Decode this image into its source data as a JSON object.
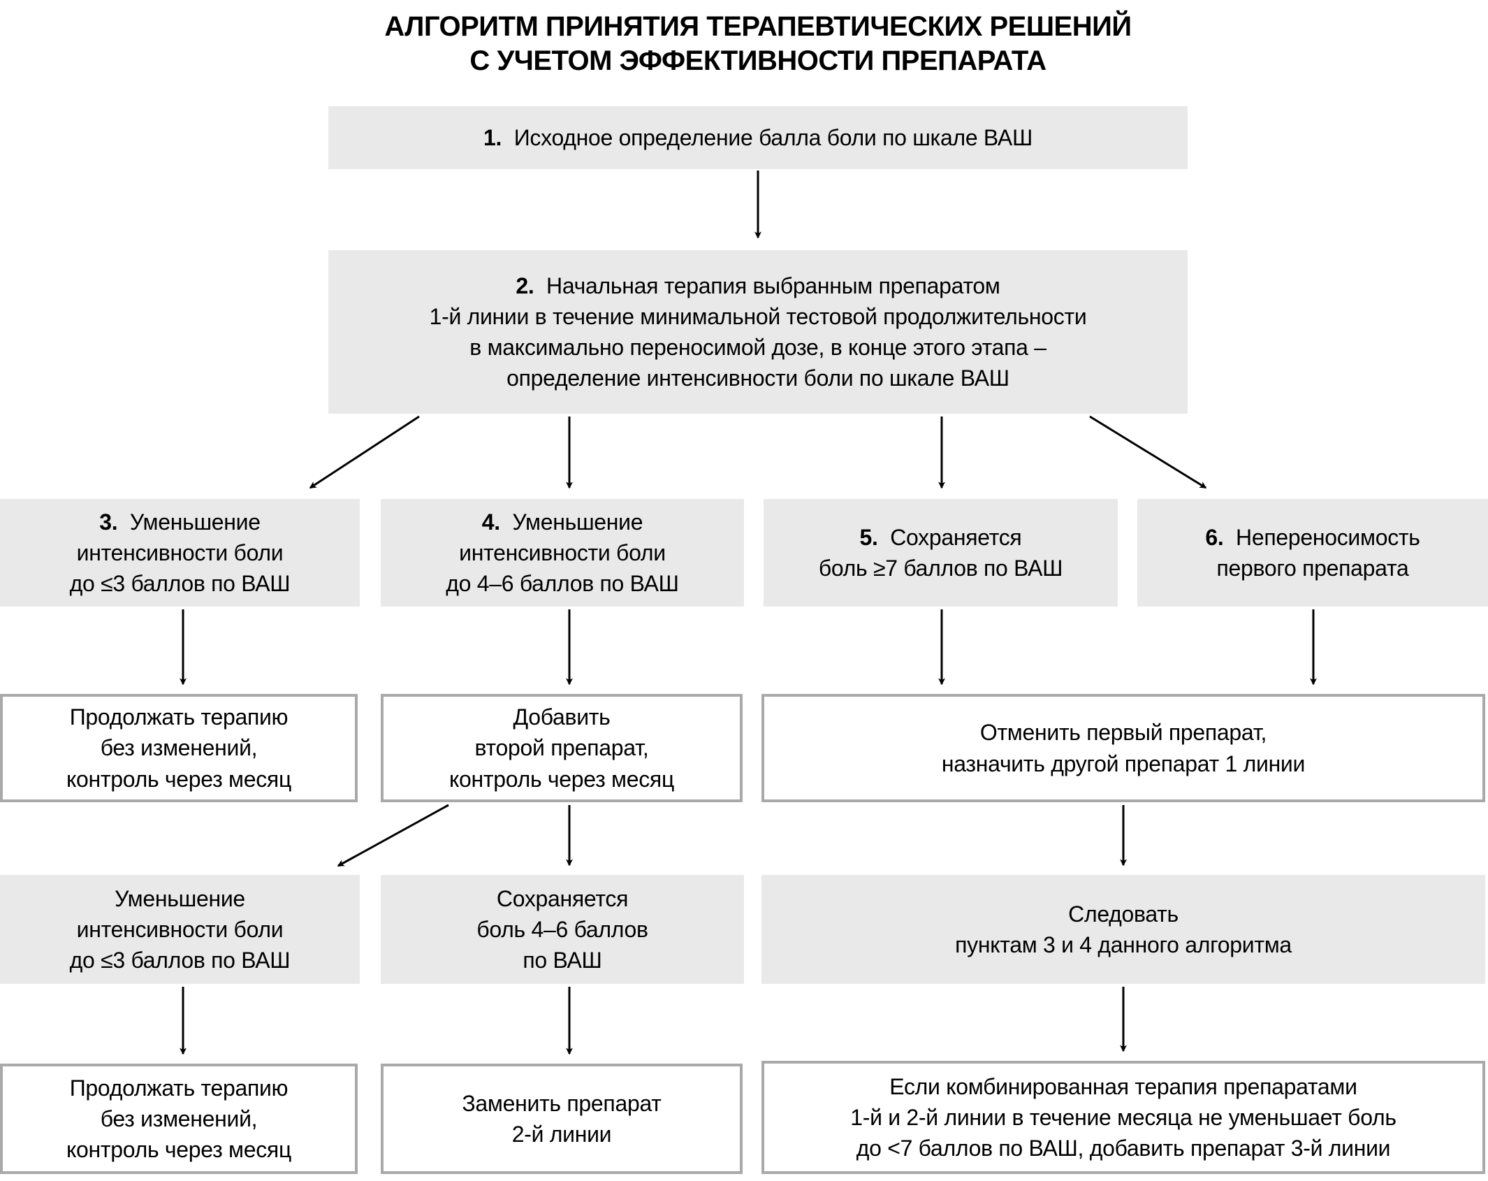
{
  "title": "АЛГОРИТМ ПРИНЯТИЯ ТЕРАПЕВТИЧЕСКИХ РЕШЕНИЙ\nС УЧЕТОМ ЭФФЕКТИВНОСТИ ПРЕПАРАТА",
  "colors": {
    "node_fill": "#e9e9e9",
    "outcome_border": "#a9a9a9",
    "arrow": "#000000",
    "text": "#000000"
  },
  "nodes": {
    "step1": {
      "num": "1.",
      "text": "Исходное определение балла боли по шкале ВАШ"
    },
    "step2": {
      "num": "2.",
      "line1": "Начальная терапия выбранным препаратом",
      "rest": "1-й линии в течение минимальной тестовой продолжительности\nв максимально переносимой дозе, в конце этого этапа –\nопределение интенсивности боли по шкале ВАШ"
    },
    "step3": {
      "num": "3.",
      "line1": "Уменьшение",
      "rest": "интенсивности боли\nдо ≤3 баллов по ВАШ"
    },
    "step4": {
      "num": "4.",
      "line1": "Уменьшение",
      "rest": "интенсивности боли\nдо 4–6 баллов по ВАШ"
    },
    "step5": {
      "num": "5.",
      "line1": "Сохраняется",
      "rest": "боль ≥7 баллов по ВАШ"
    },
    "step6": {
      "num": "6.",
      "line1": "Непереносимость",
      "rest": "первого препарата"
    },
    "outcome3": {
      "text": "Продолжать терапию\nбез изменений,\nконтроль через месяц"
    },
    "outcome4": {
      "text": "Добавить\nвторой препарат,\nконтроль через месяц"
    },
    "outcome56": {
      "text": "Отменить первый препарат,\nназначить другой препарат 1 линии"
    },
    "reassess_low": {
      "text": "Уменьшение\nинтенсивности боли\nдо ≤3 баллов по ВАШ"
    },
    "reassess_mid": {
      "text": "Сохраняется\nболь 4–6 баллов\nпо ВАШ"
    },
    "follow34": {
      "text": "Следовать\nпунктам 3 и 4 данного алгоритма"
    },
    "final_continue": {
      "text": "Продолжать терапию\nбез изменений,\nконтроль через месяц"
    },
    "final_replace": {
      "text": "Заменить препарат\n2-й линии"
    },
    "final_addline3": {
      "text": "Если комбинированная терапия препаратами\n1-й и 2-й линии в течение месяца не уменьшает боль\nдо <7 баллов по ВАШ, добавить препарат 3-й линии"
    }
  }
}
